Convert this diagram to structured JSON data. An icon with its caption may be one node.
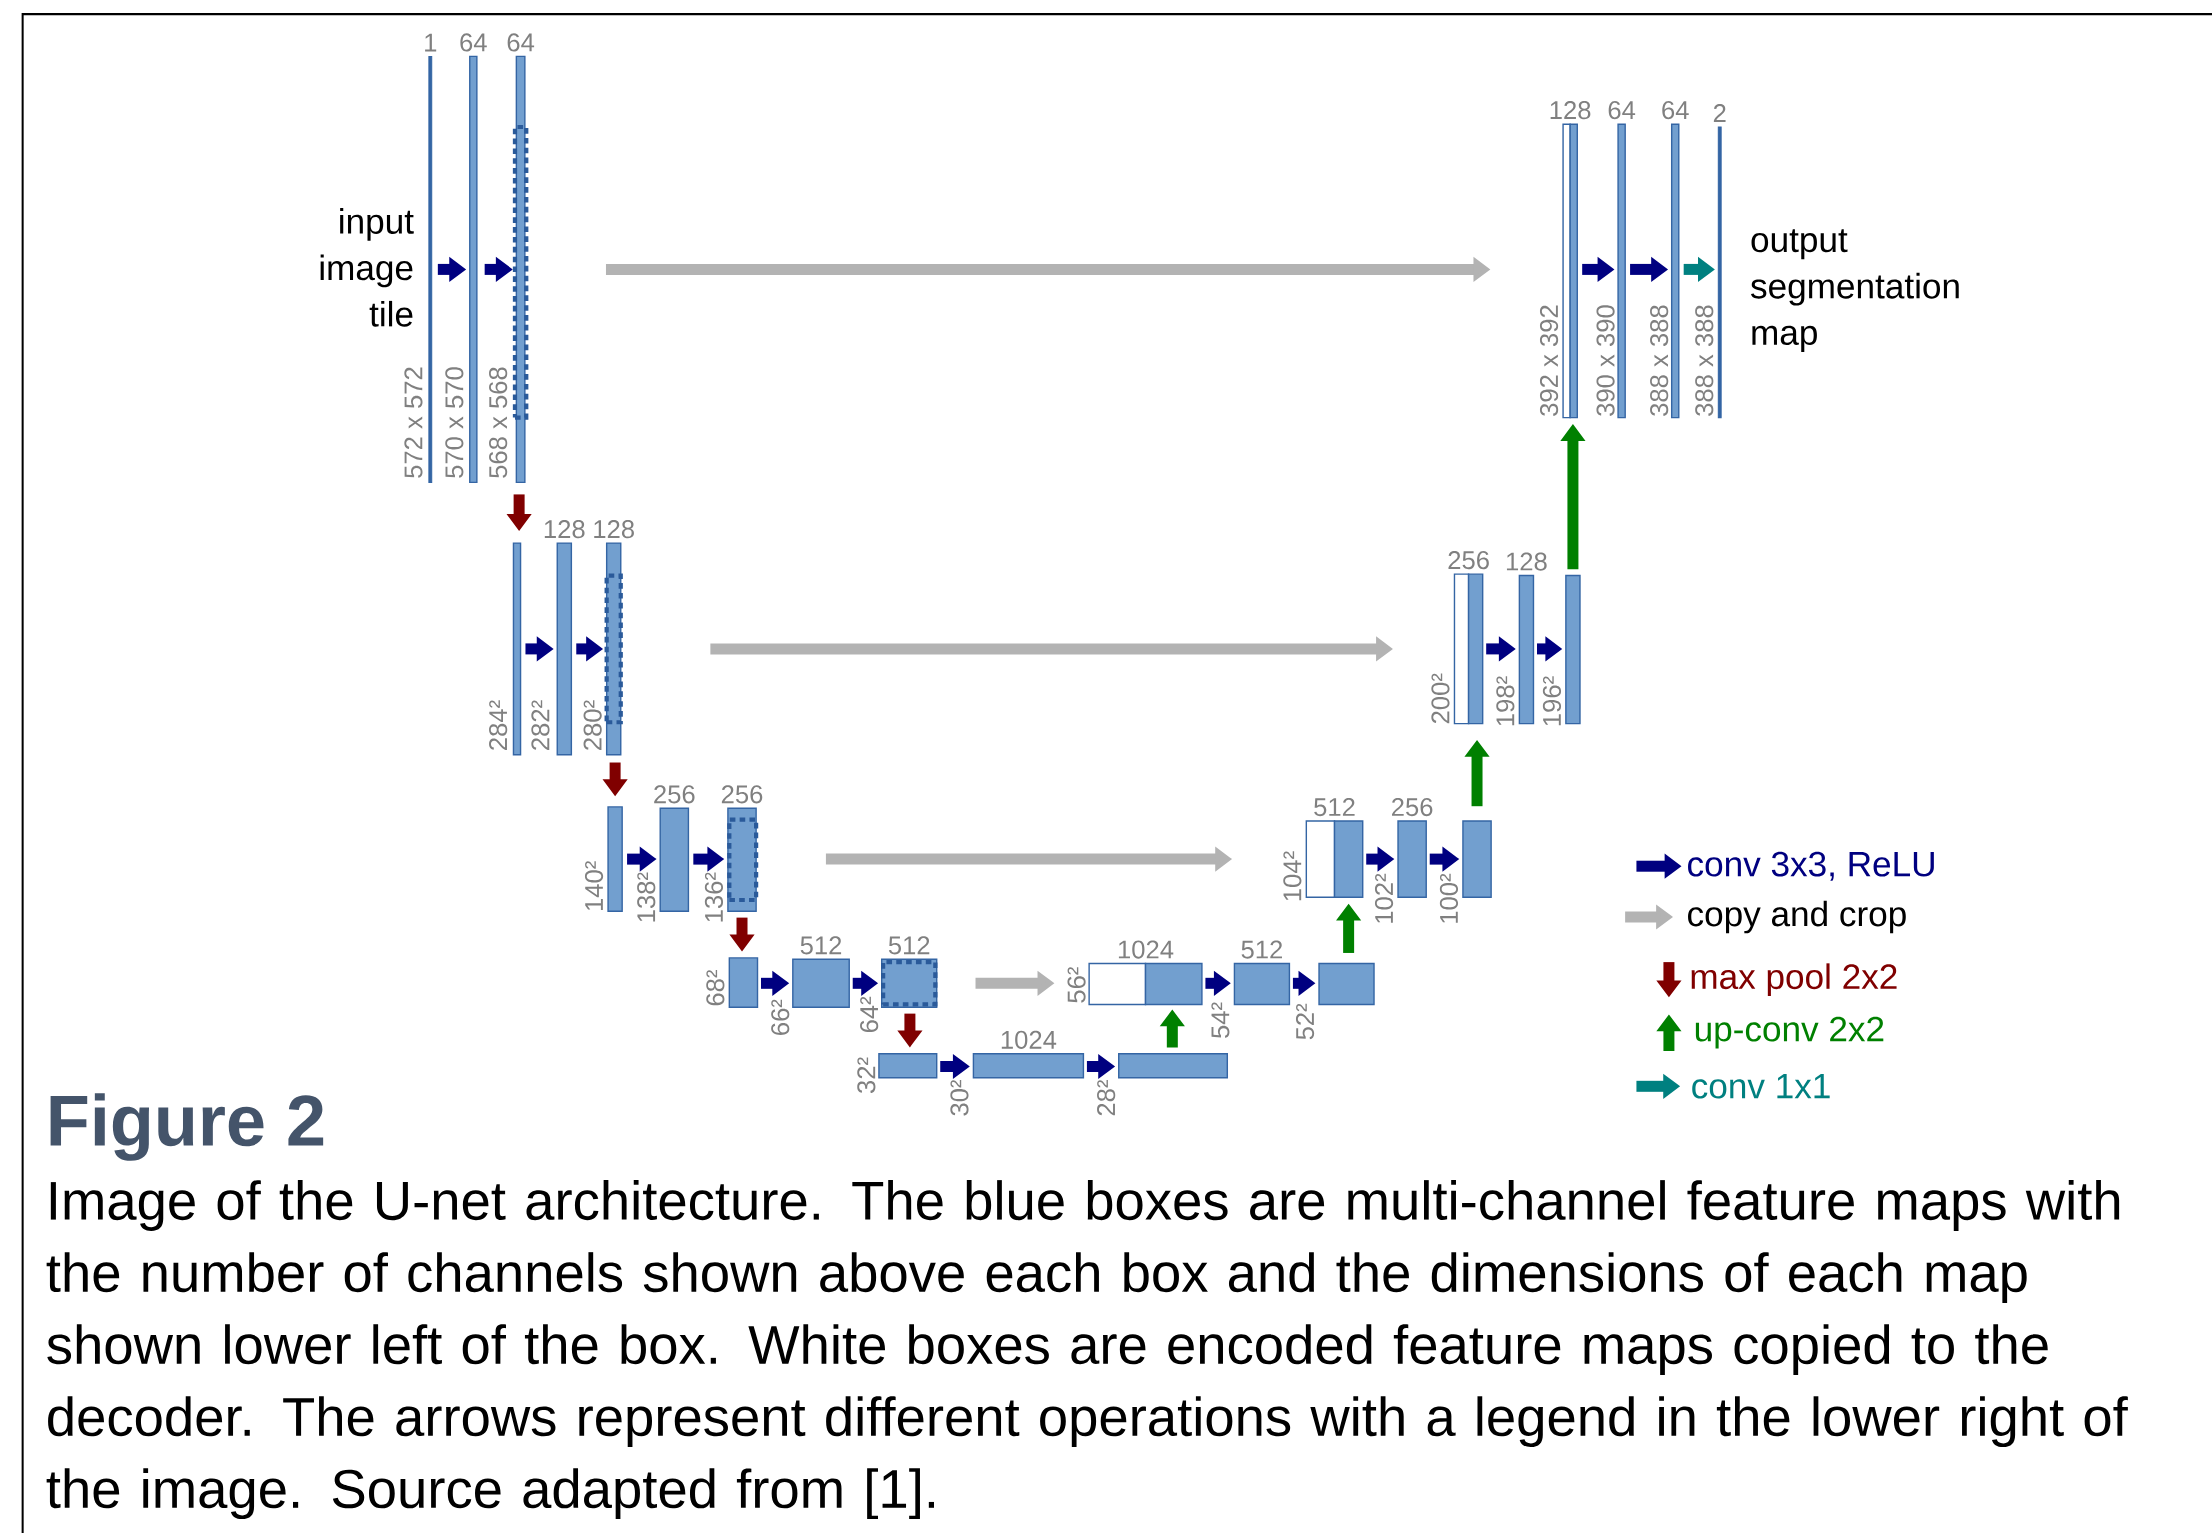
{
  "diagram": {
    "title": "Figure 2",
    "caption": "Image of the U-net architecture. The blue boxes are multi-channel feature maps with the number of channels shown above each box and the dimensions of each map shown lower left of the box. White boxes are encoded feature maps copied to the decoder. The arrows represent different operations with a legend in the lower right of the image. Source adapted from [1].",
    "nodes": [
      {
        "text": [
          "1"
        ],
        "beside": [
          "572 x 572"
        ]
      },
      {
        "text": [
          "64"
        ],
        "beside": [
          "570 x 570"
        ]
      },
      {
        "text": [
          "64"
        ],
        "beside": [
          "568 x 568"
        ]
      },
      {
        "text": [],
        "shape": "box",
        "in": 2
      },
      {
        "text": [],
        "shape": "box",
        "beside": [
          "284²"
        ]
      },
      {
        "text": [
          "128"
        ],
        "beside": [
          "282²"
        ]
      },
      {
        "text": [
          "128"
        ],
        "beside": [
          "280²"
        ]
      },
      {
        "text": [],
        "shape": "box",
        "in": 6
      },
      {
        "text": [],
        "shape": "box",
        "beside": [
          "140²"
        ]
      },
      {
        "text": [
          "256"
        ],
        "beside": [
          "138²"
        ]
      },
      {
        "text": [
          "256"
        ],
        "beside": [
          "136²"
        ]
      },
      {
        "text": [],
        "shape": "box",
        "in": 10
      },
      {
        "text": [],
        "shape": "box",
        "beside": [
          "68²"
        ]
      },
      {
        "text": [
          "512"
        ],
        "beside": [
          "66²"
        ]
      },
      {
        "text": [
          "512"
        ],
        "beside": [
          "64²"
        ]
      },
      {
        "text": [],
        "shape": "box",
        "in": 14
      },
      {
        "text": [],
        "shape": "box",
        "beside": [
          "32²"
        ]
      },
      {
        "text": [
          "1024"
        ],
        "beside": [
          "30²"
        ]
      },
      {
        "text": [],
        "shape": "box",
        "beside": [
          "28²"
        ]
      },
      {
        "text": [
          "1024"
        ],
        "beside": [
          "56²"
        ]
      },
      {
        "text": [],
        "shape": "box"
      },
      {
        "text": [
          "512"
        ],
        "beside": [
          "54²"
        ]
      },
      {
        "text": [],
        "shape": "box",
        "beside": [
          "52²"
        ]
      },
      {
        "text": [
          "512"
        ],
        "beside": [
          "104²"
        ]
      },
      {
        "text": [],
        "shape": "box"
      },
      {
        "text": [
          "256"
        ],
        "beside": [
          "102²"
        ]
      },
      {
        "text": [],
        "shape": "box",
        "beside": [
          "100²"
        ]
      },
      {
        "text": [
          "256"
        ],
        "beside": [
          "200²"
        ]
      },
      {
        "text": [],
        "shape": "box"
      },
      {
        "text": [
          "128"
        ],
        "beside": [
          "198²"
        ]
      },
      {
        "text": [],
        "shape": "box",
        "beside": [
          "196²"
        ]
      },
      {
        "text": [
          "128"
        ],
        "beside": [
          "392 x 392"
        ]
      },
      {
        "text": [],
        "shape": "box"
      },
      {
        "text": [
          "64"
        ],
        "beside": [
          "390 x 390"
        ]
      },
      {
        "text": [
          "64"
        ],
        "beside": [
          "388 x 388"
        ]
      },
      {
        "text": [
          "2"
        ],
        "beside": [
          "388 x 388"
        ]
      }
    ],
    "edges": [
      {
        "from": 0,
        "to": 1,
        "arrow": "to"
      },
      {
        "from": 1,
        "to": 2,
        "arrow": "to"
      },
      {
        "from": 4,
        "to": 5,
        "arrow": "to"
      },
      {
        "from": 5,
        "to": 6,
        "arrow": "to"
      },
      {
        "from": 8,
        "to": 9,
        "arrow": "to"
      },
      {
        "from": 9,
        "to": 10,
        "arrow": "to"
      },
      {
        "from": 12,
        "to": 13,
        "arrow": "to"
      },
      {
        "from": 13,
        "to": 14,
        "arrow": "to"
      },
      {
        "from": 16,
        "to": 17,
        "arrow": "to"
      },
      {
        "from": 17,
        "to": 18,
        "arrow": "to"
      },
      {
        "from": 20,
        "to": 21,
        "arrow": "to"
      },
      {
        "from": 21,
        "to": 22,
        "arrow": "to"
      },
      {
        "from": 24,
        "to": 25,
        "arrow": "to"
      },
      {
        "from": 25,
        "to": 26,
        "arrow": "to"
      },
      {
        "from": 28,
        "to": 29,
        "arrow": "to"
      },
      {
        "from": 29,
        "to": 30,
        "arrow": "to"
      },
      {
        "from": 32,
        "to": 33,
        "arrow": "to"
      },
      {
        "from": 33,
        "to": 34,
        "arrow": "to"
      },
      {
        "from": 34,
        "to": 35,
        "arrow": "to",
        "color": "#008080"
      },
      {
        "from": 3,
        "to": 31,
        "arrow": "to",
        "color": "#b3b3b3"
      },
      {
        "from": 7,
        "to": 27,
        "arrow": "to",
        "color": "#b3b3b3"
      },
      {
        "from": 11,
        "to": 23,
        "arrow": "to",
        "color": "#b3b3b3"
      },
      {
        "from": 15,
        "to": 19,
        "arrow": "to",
        "color": "#b3b3b3"
      },
      {
        "from": 2,
        "to": 4,
        "arrow": "to",
        "color": "#800000"
      },
      {
        "from": 6,
        "to": 8,
        "arrow": "to",
        "color": "#800000"
      },
      {
        "from": 10,
        "to": 12,
        "arrow": "to",
        "color": "#800000"
      },
      {
        "from": 14,
        "to": 16,
        "arrow": "to",
        "color": "#800000"
      },
      {
        "from": 18,
        "to": 20,
        "arrow": "to",
        "color": "#008000"
      },
      {
        "from": 22,
        "to": 24,
        "arrow": "to",
        "color": "#008000"
      },
      {
        "from": 26,
        "to": 28,
        "arrow": "to",
        "color": "#008000"
      },
      {
        "from": 30,
        "to": 32,
        "arrow": "to",
        "color": "#008000"
      }
    ],
    "labels": [
      "input image tile",
      "output segmentation map"
    ],
    "legend": [
      {
        "text": "conv 3x3, ReLU",
        "color": "#000080"
      },
      {
        "text": "copy and crop",
        "color": "#b3b3b3"
      },
      {
        "text": "max pool 2x2",
        "color": "#800000"
      },
      {
        "text": "up-conv 2x2",
        "color": "#008000"
      },
      {
        "text": "conv 1x1",
        "color": "#008080"
      }
    ]
  }
}
